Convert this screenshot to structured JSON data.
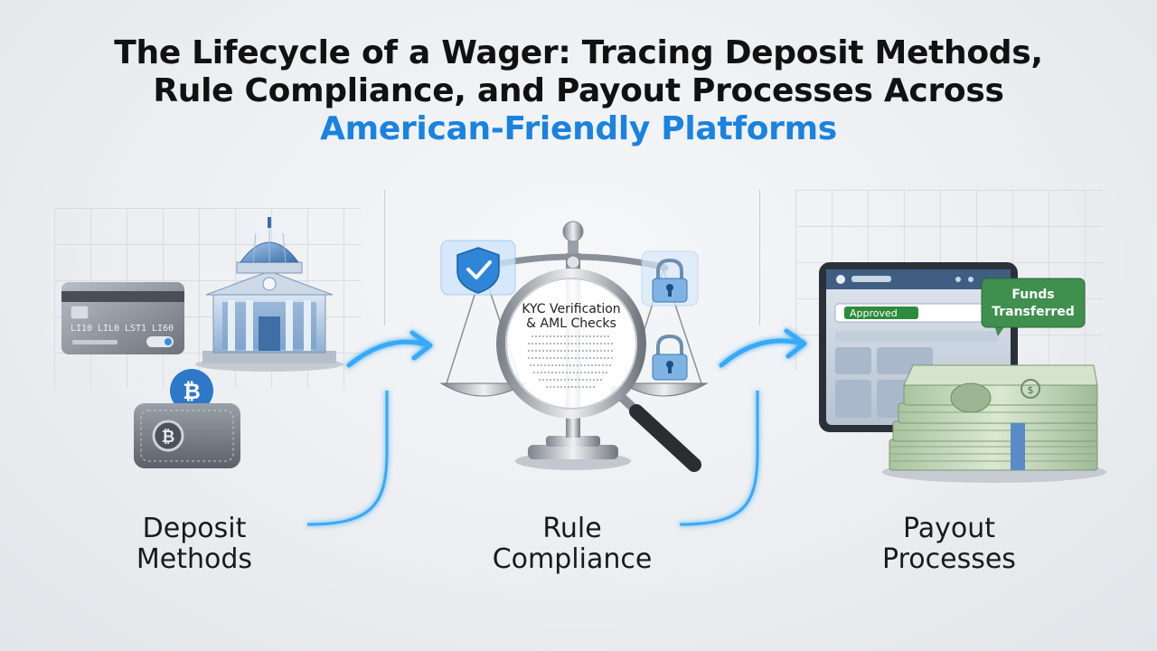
{
  "title": {
    "line1": "The Lifecycle of a Wager: Tracing Deposit Methods,",
    "line2": "Rule Compliance, and Payout Processes Across",
    "line3": "American-Friendly Platforms"
  },
  "stages": [
    {
      "label_line1": "Deposit",
      "label_line2": "Methods"
    },
    {
      "label_line1": "Rule",
      "label_line2": "Compliance"
    },
    {
      "label_line1": "Payout",
      "label_line2": "Processes"
    }
  ],
  "card_numbers": [
    "LI10",
    "LIL0",
    "LST1",
    "LI60"
  ],
  "magnifier_text": {
    "line1": "KYC Verification",
    "line2": "& AML Checks"
  },
  "tablet_status": "Approved",
  "funds_badge": {
    "line1": "Funds",
    "line2": "Transferred"
  },
  "colors": {
    "accent": "#1a82e0",
    "arrow": "#39a9f5",
    "approved": "#2e8b3d",
    "badge": "#3f8f4e"
  }
}
